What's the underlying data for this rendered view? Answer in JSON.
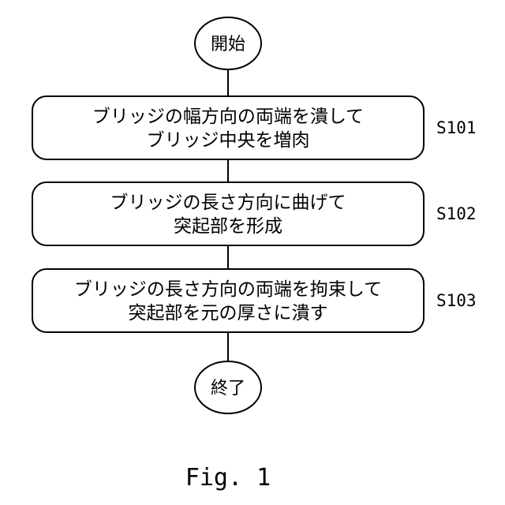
{
  "flowchart": {
    "start": {
      "label": "開始"
    },
    "steps": [
      {
        "id": "S101",
        "lines": [
          "ブリッジの幅方向の両端を潰して",
          "ブリッジ中央を増肉"
        ]
      },
      {
        "id": "S102",
        "lines": [
          "ブリッジの長さ方向に曲げて",
          "突起部を形成"
        ]
      },
      {
        "id": "S103",
        "lines": [
          "ブリッジの長さ方向の両端を拘束して",
          "突起部を元の厚さに潰す"
        ]
      }
    ],
    "end": {
      "label": "終了"
    }
  },
  "caption": "Fig. 1",
  "colors": {
    "stroke": "#000000",
    "fill": "#ffffff",
    "text": "#000000"
  }
}
